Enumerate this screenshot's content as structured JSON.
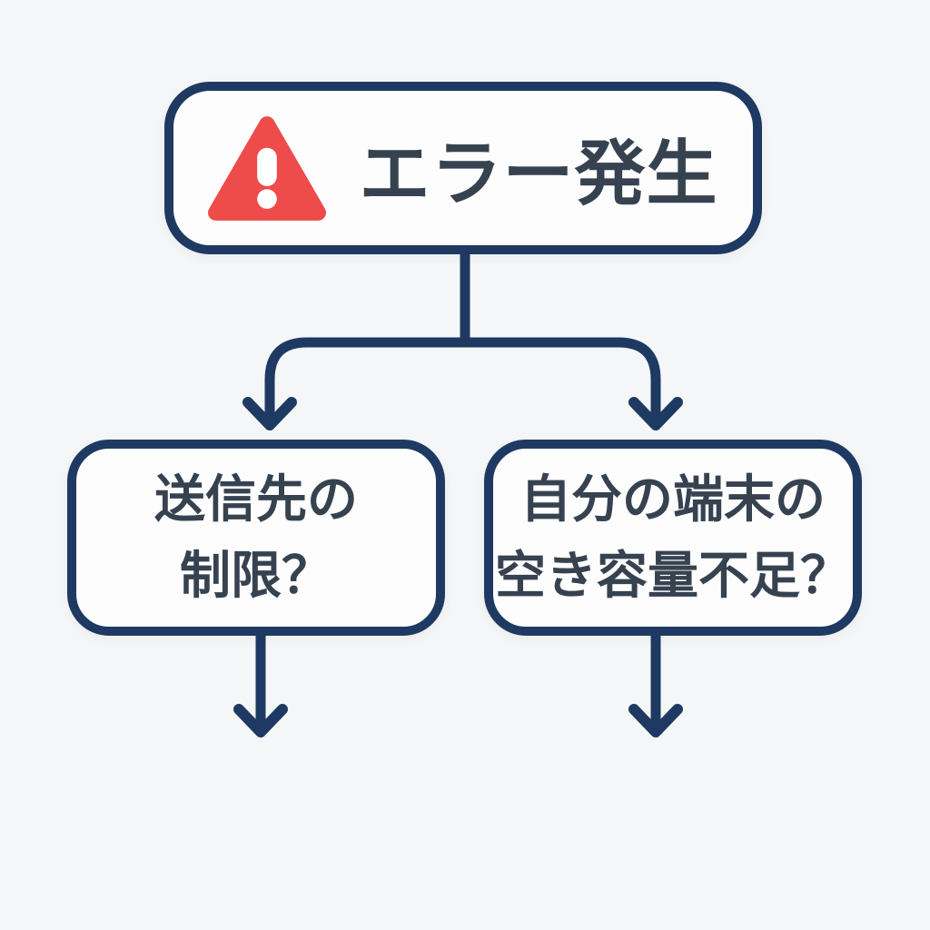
{
  "flowchart": {
    "root": {
      "label": "エラー発生",
      "icon": "warning-triangle-icon"
    },
    "children": [
      {
        "line1": "送信先の",
        "line2": "制限？"
      },
      {
        "line1": "自分の端末の",
        "line2": "空き容量不足？"
      }
    ]
  },
  "colors": {
    "line": "#1e3a63",
    "text": "#36424f",
    "warning_red": "#ee4b4b",
    "warning_mark": "#ffffff",
    "box_bg": "#fdfdfd",
    "canvas_bg": "#f5f6f7"
  }
}
